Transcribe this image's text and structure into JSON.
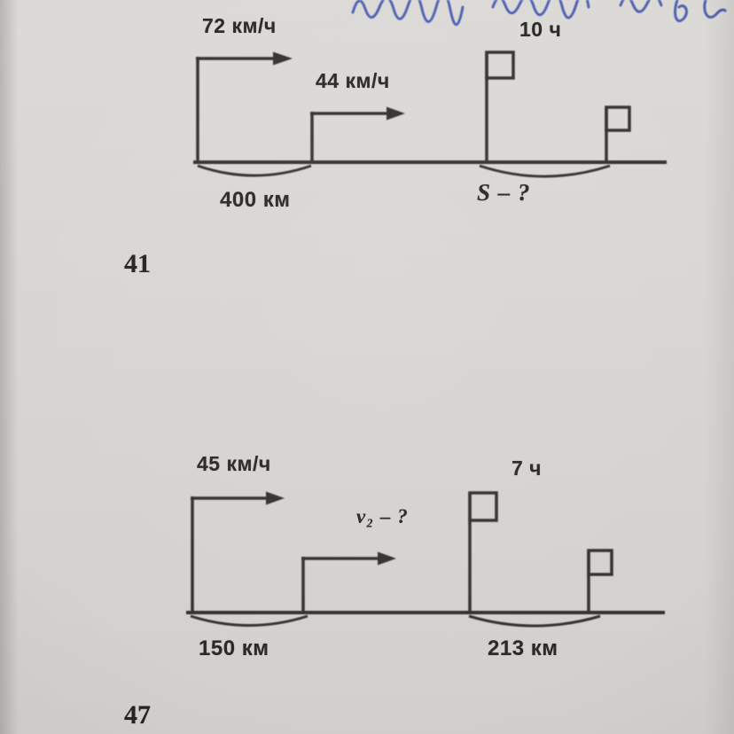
{
  "photo": {
    "paper_color": "#d8d6d2",
    "ink_color": "#353330",
    "handwriting_color": "#4055ad"
  },
  "diagram1": {
    "number": "41",
    "labels": {
      "speed1": "72 км/ч",
      "speed2": "44 км/ч",
      "time": "10 ч",
      "dist1": "400 км",
      "dist2": "S – ?"
    }
  },
  "diagram2": {
    "number": "47",
    "labels": {
      "speed1": "45 км/ч",
      "speed2": "v₂ – ?",
      "time": "7 ч",
      "dist1": "150 км",
      "dist2": "213 км"
    }
  }
}
